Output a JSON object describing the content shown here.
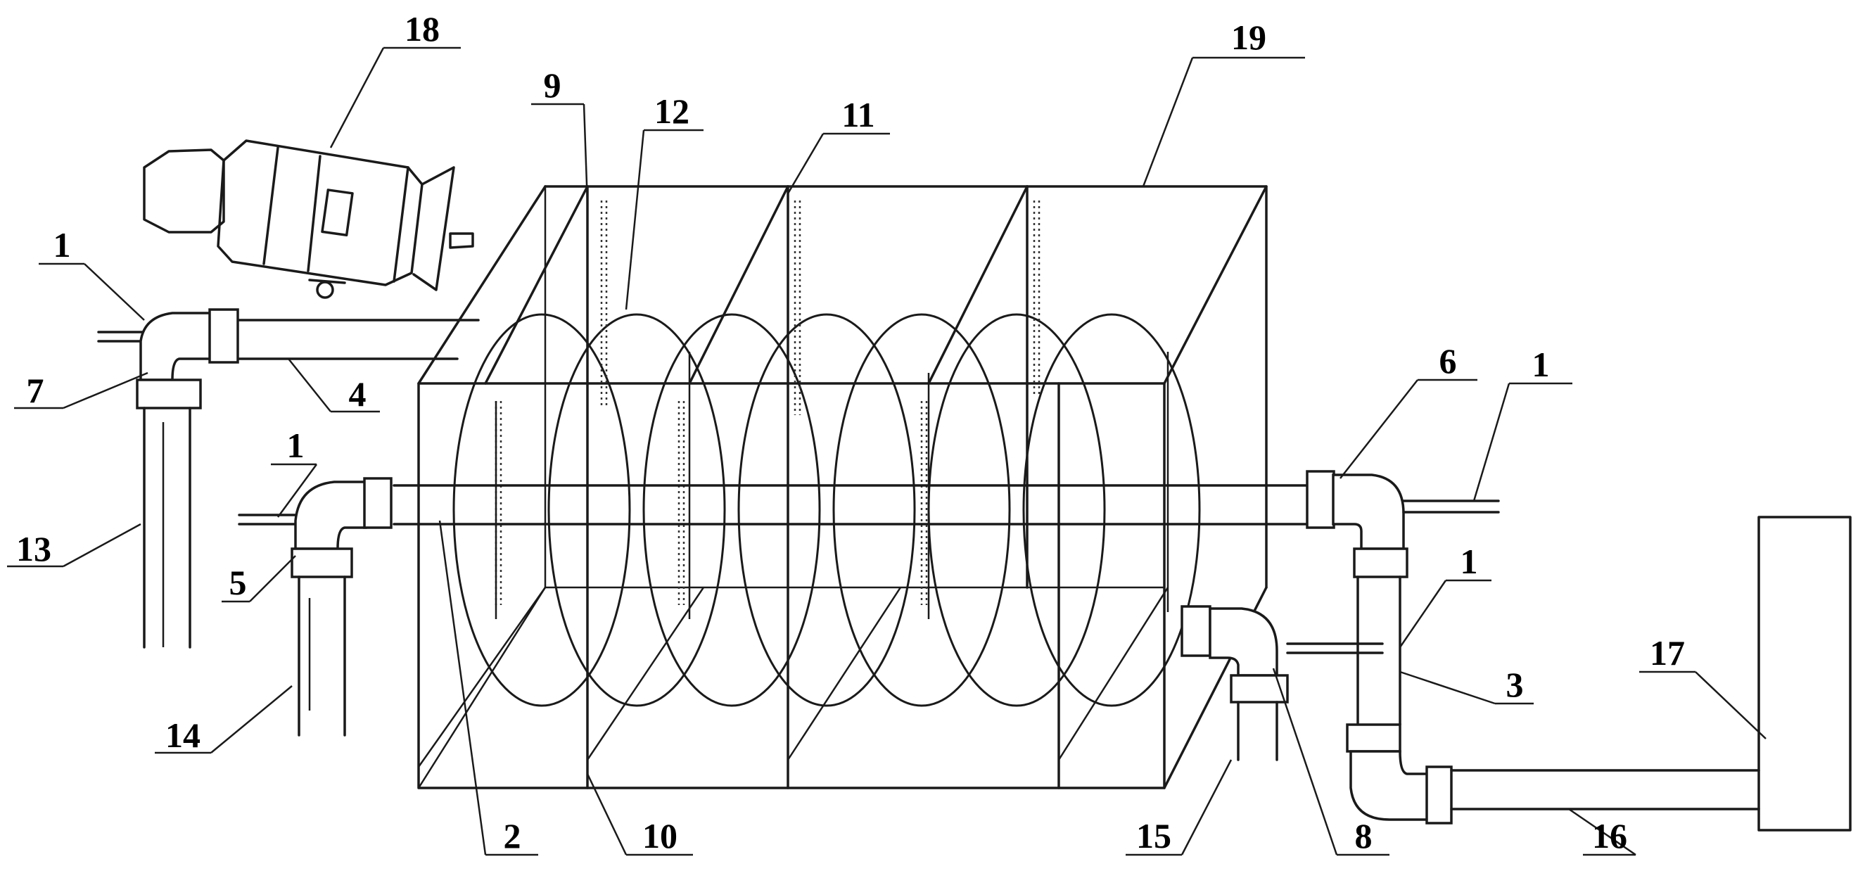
{
  "figure": {
    "callouts": [
      {
        "id": "l18",
        "text": "18"
      },
      {
        "id": "l19",
        "text": "19"
      },
      {
        "id": "l9",
        "text": "9"
      },
      {
        "id": "l12",
        "text": "12"
      },
      {
        "id": "l11",
        "text": "11"
      },
      {
        "id": "l1a",
        "text": "1"
      },
      {
        "id": "l7",
        "text": "7"
      },
      {
        "id": "l4",
        "text": "4"
      },
      {
        "id": "l1b",
        "text": "1"
      },
      {
        "id": "l13",
        "text": "13"
      },
      {
        "id": "l5",
        "text": "5"
      },
      {
        "id": "l14",
        "text": "14"
      },
      {
        "id": "l2",
        "text": "2"
      },
      {
        "id": "l10",
        "text": "10"
      },
      {
        "id": "l6",
        "text": "6"
      },
      {
        "id": "l1c",
        "text": "1"
      },
      {
        "id": "l1d",
        "text": "1"
      },
      {
        "id": "l3",
        "text": "3"
      },
      {
        "id": "l17",
        "text": "17"
      },
      {
        "id": "l15",
        "text": "15"
      },
      {
        "id": "l8",
        "text": "8"
      },
      {
        "id": "l16",
        "text": "16"
      }
    ]
  }
}
